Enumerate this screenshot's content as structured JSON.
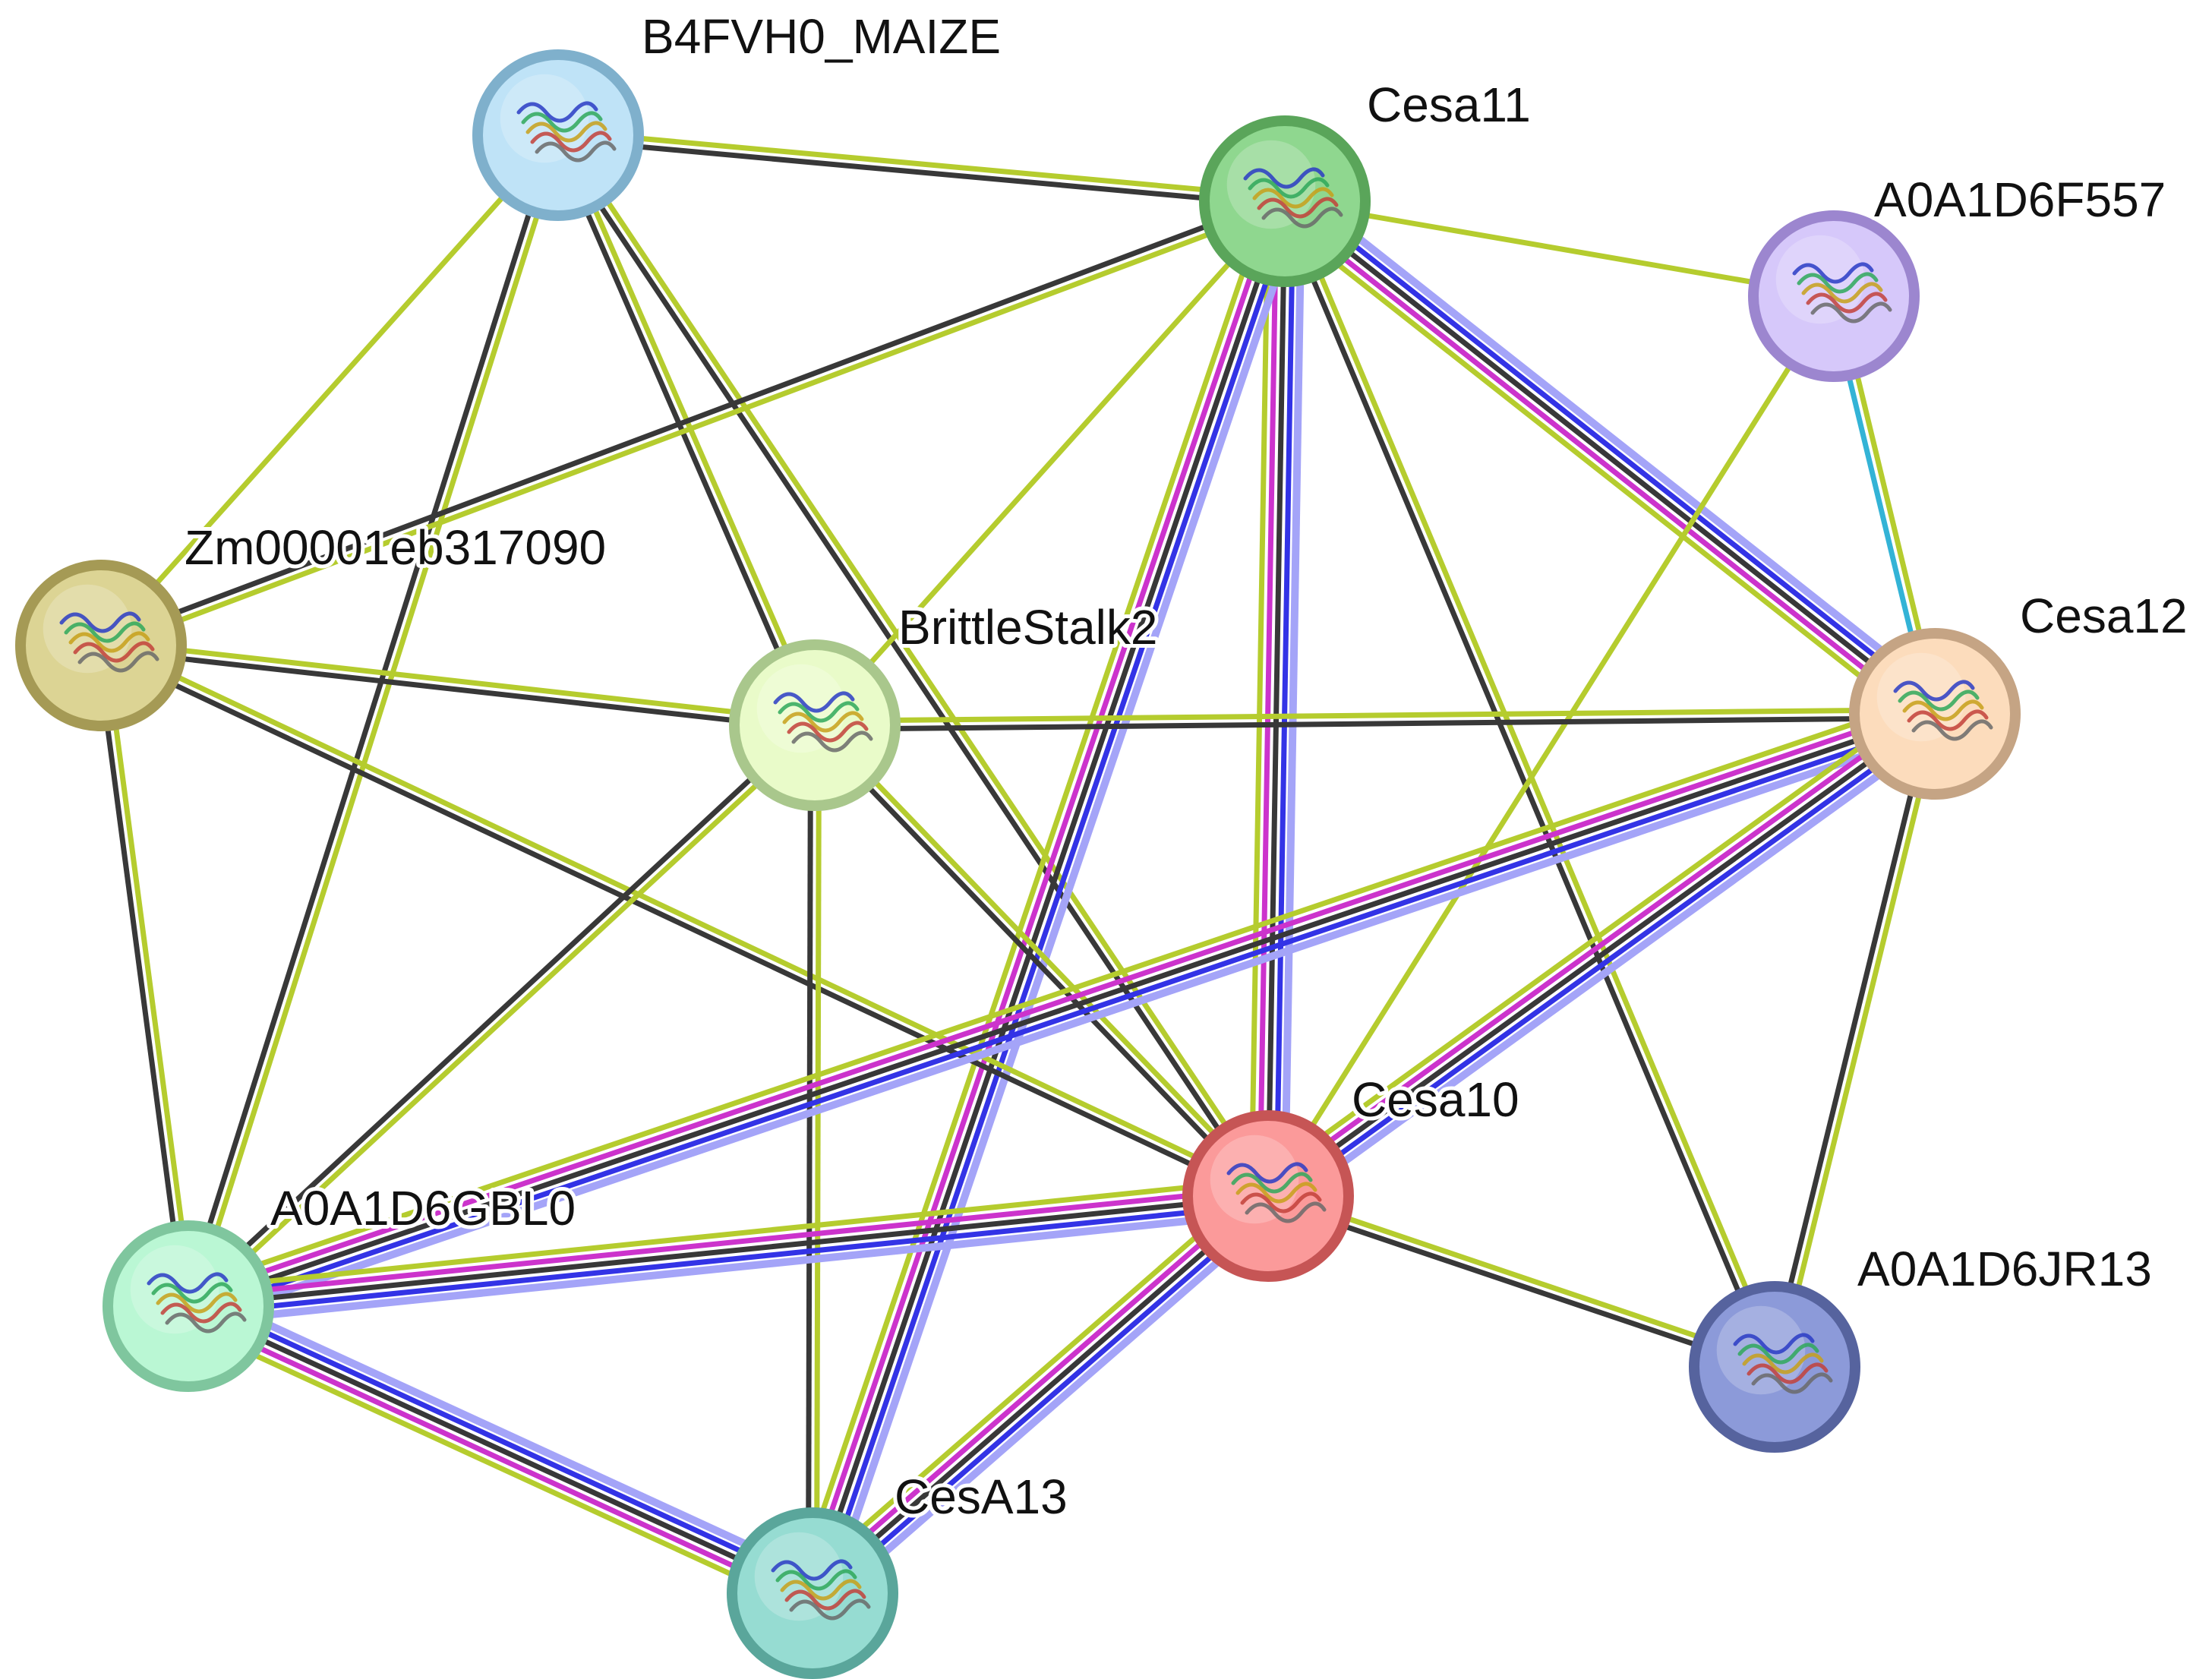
{
  "diagram": {
    "edge_type_colors": {
      "textmining": "#b5cc2e",
      "coexpression": "#383838",
      "experiments": "#cc33cc",
      "databases": "#3333e6",
      "homology": "#a4a4f8",
      "cooccurrence": "#33b3d6"
    },
    "nodes": [
      {
        "id": "B4FVH0_MAIZE",
        "label": "B4FVH0_MAIZE",
        "fill": "#bfe3f7",
        "ring": "#7fb0cc",
        "icon": "protein-structure-icon"
      },
      {
        "id": "Cesa11",
        "label": "Cesa11",
        "fill": "#8fd78f",
        "ring": "#5aa55a",
        "icon": "protein-structure-icon"
      },
      {
        "id": "A0A1D6F557",
        "label": "A0A1D6F557",
        "fill": "#d6c8fa",
        "ring": "#9c86cf",
        "icon": "protein-structure-icon"
      },
      {
        "id": "Zm00001eb317090",
        "label": "Zm00001eb317090",
        "fill": "#dcd494",
        "ring": "#a59a55",
        "icon": "protein-structure-icon"
      },
      {
        "id": "BrittleStalk2",
        "label": "BrittleStalk2",
        "fill": "#e9fbc9",
        "ring": "#a9c78c",
        "icon": "protein-structure-icon"
      },
      {
        "id": "Cesa12",
        "label": "Cesa12",
        "fill": "#fcdcbc",
        "ring": "#c5a484",
        "icon": "protein-structure-icon"
      },
      {
        "id": "Cesa10",
        "label": "Cesa10",
        "fill": "#fb9a9a",
        "ring": "#c65555",
        "icon": "protein-structure-icon"
      },
      {
        "id": "A0A1D6GBL0",
        "label": "A0A1D6GBL0",
        "fill": "#baf7d4",
        "ring": "#7fc69e",
        "icon": "protein-structure-icon"
      },
      {
        "id": "A0A1D6JR13",
        "label": "A0A1D6JR13",
        "fill": "#8c9ad9",
        "ring": "#56639e",
        "icon": "protein-structure-icon"
      },
      {
        "id": "CesA13",
        "label": "CesA13",
        "fill": "#96dcd2",
        "ring": "#5aa69b",
        "icon": "protein-structure-icon"
      }
    ],
    "edges": [
      {
        "source": "B4FVH0_MAIZE",
        "target": "Cesa11",
        "types": [
          "textmining",
          "coexpression"
        ]
      },
      {
        "source": "B4FVH0_MAIZE",
        "target": "Zm00001eb317090",
        "types": [
          "textmining"
        ]
      },
      {
        "source": "B4FVH0_MAIZE",
        "target": "A0A1D6GBL0",
        "types": [
          "textmining",
          "coexpression"
        ]
      },
      {
        "source": "B4FVH0_MAIZE",
        "target": "BrittleStalk2",
        "types": [
          "textmining",
          "coexpression"
        ]
      },
      {
        "source": "B4FVH0_MAIZE",
        "target": "Cesa10",
        "types": [
          "textmining",
          "coexpression"
        ]
      },
      {
        "source": "Cesa11",
        "target": "A0A1D6F557",
        "types": [
          "textmining"
        ]
      },
      {
        "source": "Cesa11",
        "target": "Zm00001eb317090",
        "types": [
          "textmining",
          "coexpression"
        ]
      },
      {
        "source": "Cesa11",
        "target": "BrittleStalk2",
        "types": [
          "textmining"
        ]
      },
      {
        "source": "Cesa11",
        "target": "Cesa12",
        "types": [
          "homology",
          "databases",
          "coexpression",
          "experiments",
          "textmining"
        ]
      },
      {
        "source": "Cesa11",
        "target": "Cesa10",
        "types": [
          "homology",
          "databases",
          "coexpression",
          "experiments",
          "textmining"
        ]
      },
      {
        "source": "Cesa11",
        "target": "CesA13",
        "types": [
          "homology",
          "databases",
          "coexpression",
          "experiments",
          "textmining"
        ]
      },
      {
        "source": "Cesa11",
        "target": "A0A1D6JR13",
        "types": [
          "textmining",
          "coexpression"
        ]
      },
      {
        "source": "A0A1D6F557",
        "target": "Cesa12",
        "types": [
          "textmining",
          "cooccurrence"
        ]
      },
      {
        "source": "A0A1D6F557",
        "target": "Cesa10",
        "types": [
          "textmining"
        ]
      },
      {
        "source": "Zm00001eb317090",
        "target": "BrittleStalk2",
        "types": [
          "textmining",
          "coexpression"
        ]
      },
      {
        "source": "Zm00001eb317090",
        "target": "A0A1D6GBL0",
        "types": [
          "textmining",
          "coexpression"
        ]
      },
      {
        "source": "Zm00001eb317090",
        "target": "Cesa10",
        "types": [
          "textmining",
          "coexpression"
        ]
      },
      {
        "source": "BrittleStalk2",
        "target": "Cesa12",
        "types": [
          "textmining",
          "coexpression"
        ]
      },
      {
        "source": "BrittleStalk2",
        "target": "A0A1D6GBL0",
        "types": [
          "textmining",
          "coexpression"
        ]
      },
      {
        "source": "BrittleStalk2",
        "target": "Cesa10",
        "types": [
          "textmining",
          "coexpression"
        ]
      },
      {
        "source": "BrittleStalk2",
        "target": "CesA13",
        "types": [
          "textmining",
          "coexpression"
        ]
      },
      {
        "source": "Cesa12",
        "target": "A0A1D6GBL0",
        "types": [
          "homology",
          "databases",
          "coexpression",
          "experiments",
          "textmining"
        ]
      },
      {
        "source": "Cesa12",
        "target": "Cesa10",
        "types": [
          "homology",
          "databases",
          "coexpression",
          "experiments",
          "textmining"
        ]
      },
      {
        "source": "Cesa12",
        "target": "A0A1D6JR13",
        "types": [
          "textmining",
          "coexpression"
        ]
      },
      {
        "source": "Cesa10",
        "target": "A0A1D6GBL0",
        "types": [
          "homology",
          "databases",
          "coexpression",
          "experiments",
          "textmining"
        ]
      },
      {
        "source": "Cesa10",
        "target": "CesA13",
        "types": [
          "homology",
          "databases",
          "coexpression",
          "experiments",
          "textmining"
        ]
      },
      {
        "source": "Cesa10",
        "target": "A0A1D6JR13",
        "types": [
          "textmining",
          "coexpression"
        ]
      },
      {
        "source": "A0A1D6GBL0",
        "target": "CesA13",
        "types": [
          "homology",
          "databases",
          "coexpression",
          "experiments",
          "textmining"
        ]
      }
    ]
  }
}
